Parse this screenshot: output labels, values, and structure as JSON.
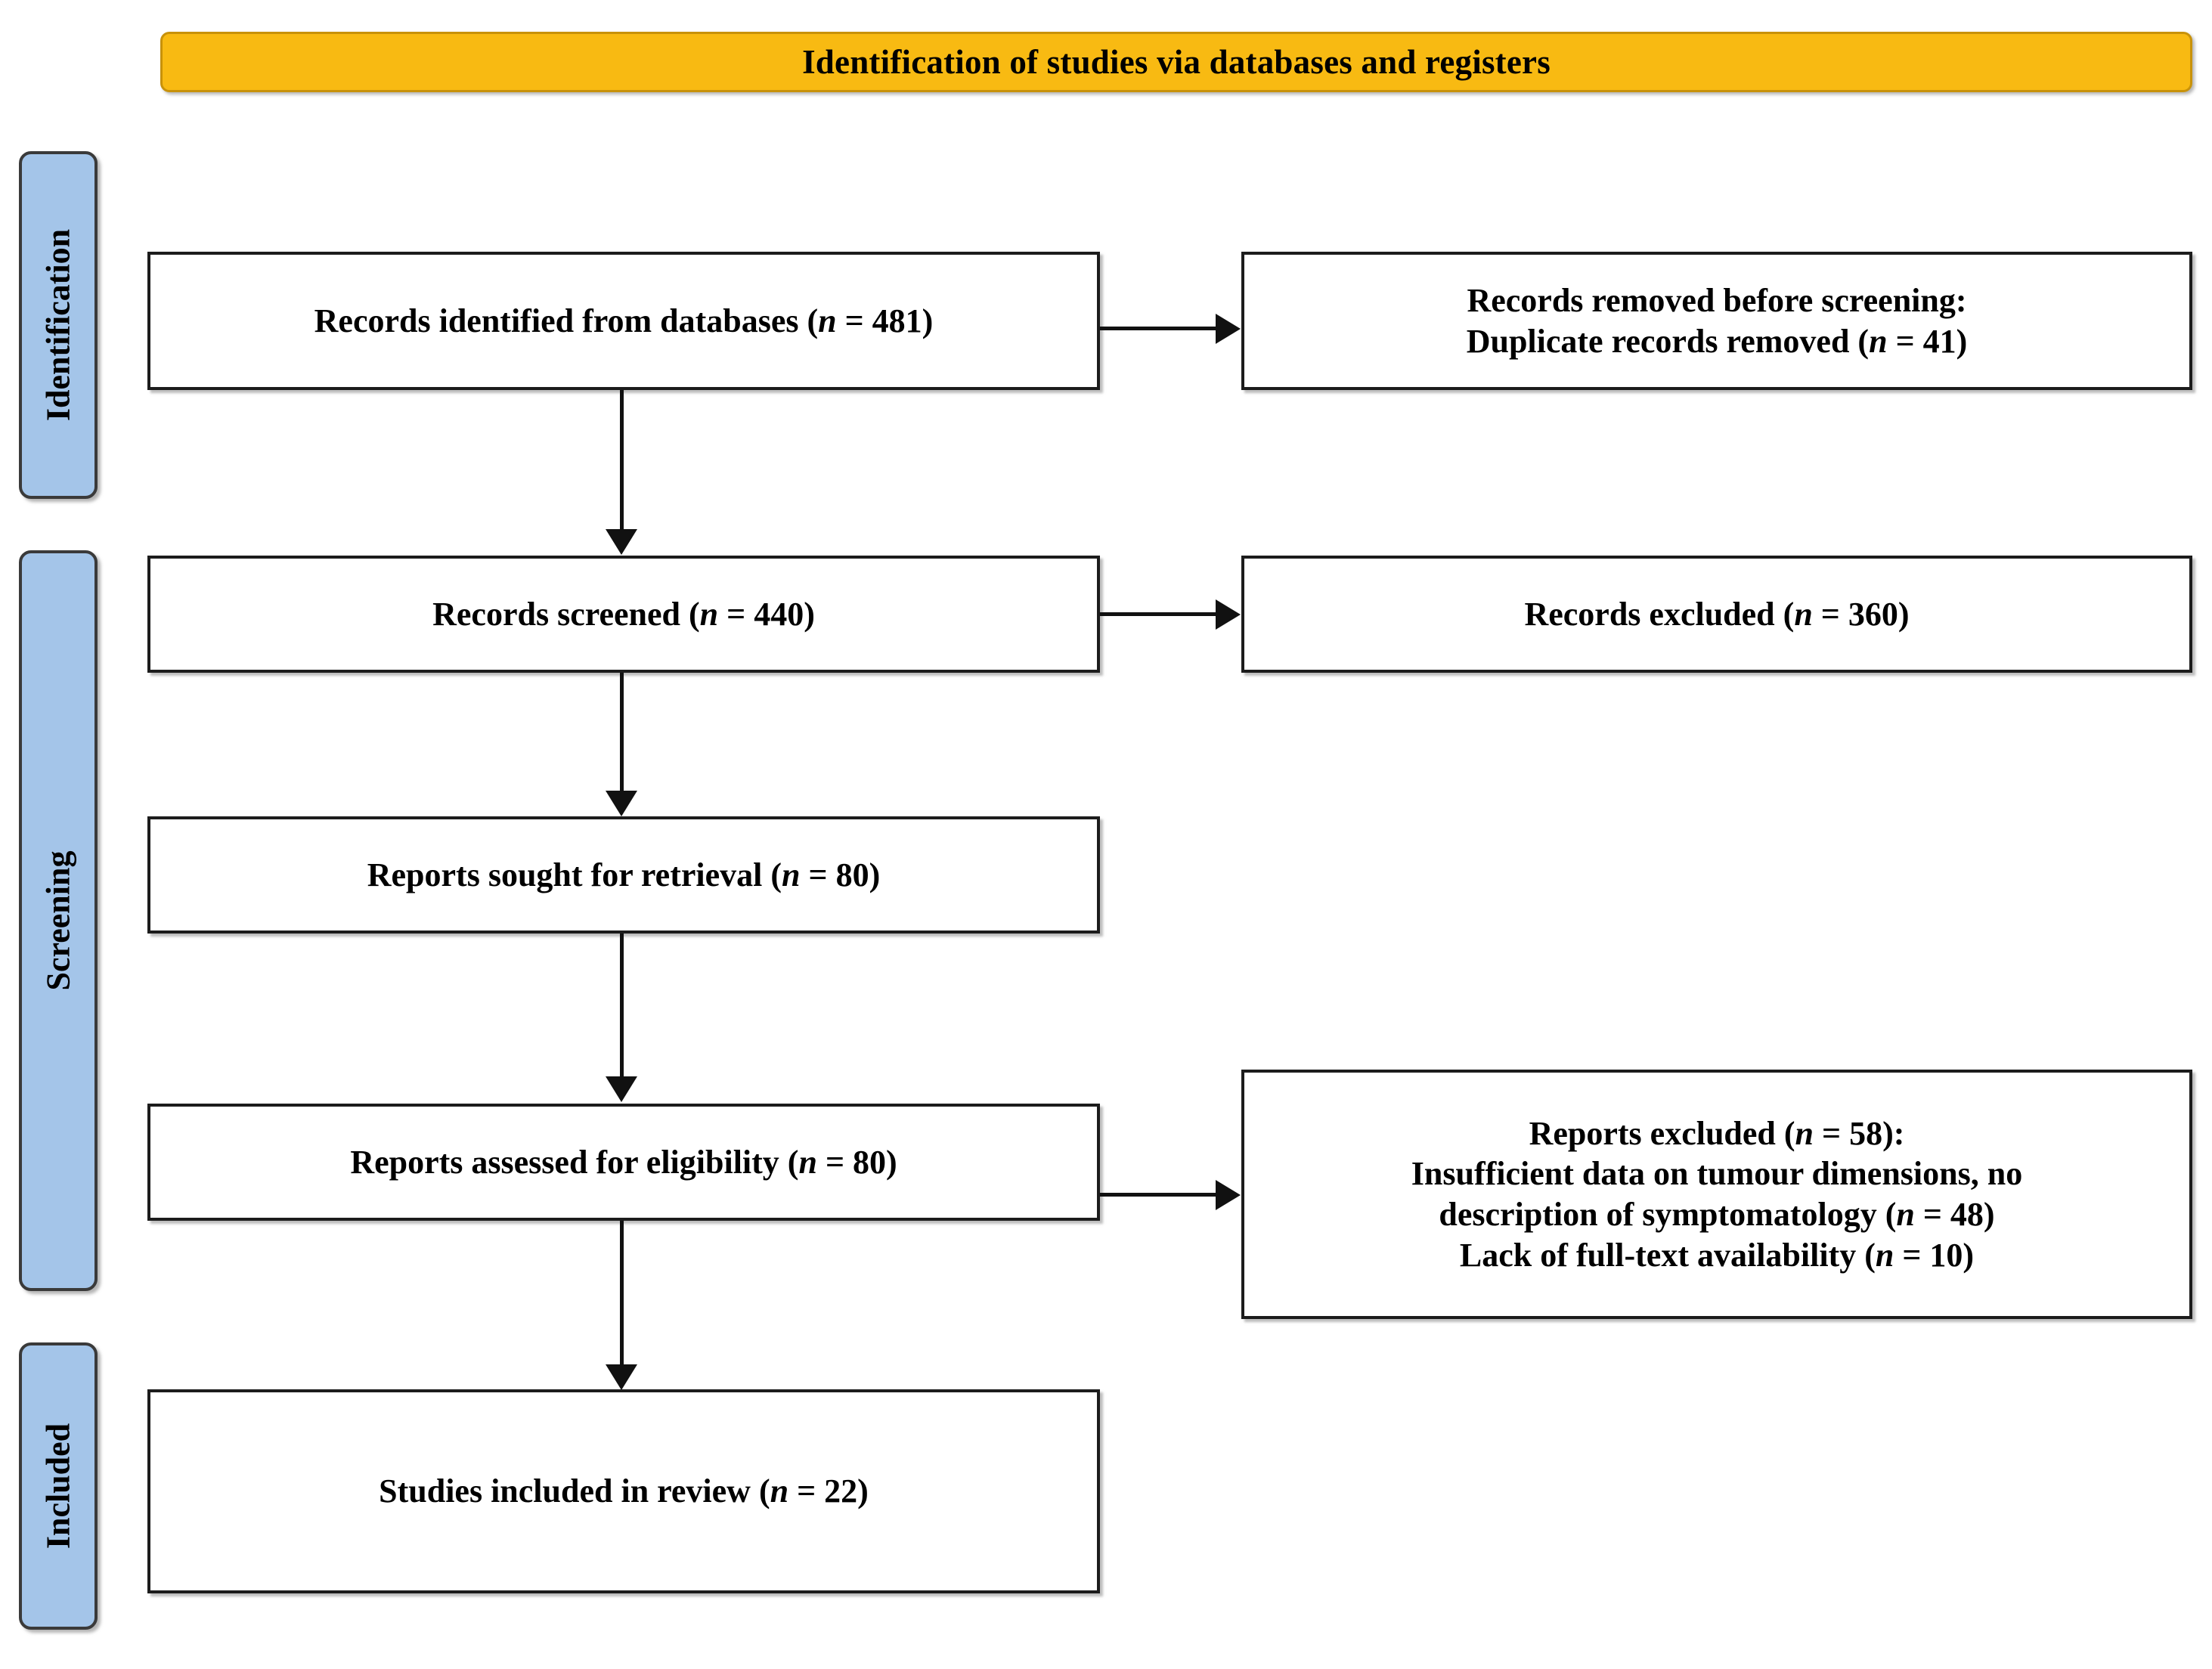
{
  "diagram": {
    "type": "prisma-flow-diagram",
    "banner": {
      "title": "Identification of studies via databases and registers",
      "bg_color": "#f8ba12",
      "border_color": "#c8920a",
      "text_color": "#000000"
    },
    "stage_tabs": [
      {
        "label": "Identification",
        "bg_color": "#a4c5e9",
        "border_color": "#3a3a3a"
      },
      {
        "label": "Screening",
        "bg_color": "#a4c5e9",
        "border_color": "#3a3a3a"
      },
      {
        "label": "Included",
        "bg_color": "#a4c5e9",
        "border_color": "#3a3a3a"
      }
    ],
    "boxes": {
      "identified": {
        "lines": [
          {
            "prefix": "Records identified from databases (",
            "symbol": "n",
            "suffix": " = 481)"
          }
        ]
      },
      "removed": {
        "lines": [
          {
            "prefix": "Records removed before screening:",
            "symbol": "",
            "suffix": ""
          },
          {
            "prefix": "Duplicate records removed (",
            "symbol": "n",
            "suffix": " = 41)"
          }
        ]
      },
      "screened": {
        "lines": [
          {
            "prefix": "Records screened (",
            "symbol": "n",
            "suffix": " = 440)"
          }
        ]
      },
      "records_excluded": {
        "lines": [
          {
            "prefix": "Records excluded (",
            "symbol": "n",
            "suffix": " = 360)"
          }
        ]
      },
      "sought": {
        "lines": [
          {
            "prefix": "Reports sought for retrieval (",
            "symbol": "n",
            "suffix": " = 80)"
          }
        ]
      },
      "assessed": {
        "lines": [
          {
            "prefix": "Reports assessed for eligibility (",
            "symbol": "n",
            "suffix": " = 80)"
          }
        ]
      },
      "reports_excluded": {
        "lines": [
          {
            "prefix": "Reports excluded (",
            "symbol": "n",
            "suffix": " = 58):"
          },
          {
            "prefix": "Insufficient data on tumour dimensions, no",
            "symbol": "",
            "suffix": ""
          },
          {
            "prefix": "description of symptomatology (",
            "symbol": "n",
            "suffix": " = 48)"
          },
          {
            "prefix": "Lack of full-text availability (",
            "symbol": "n",
            "suffix": " = 10)"
          }
        ]
      },
      "included": {
        "lines": [
          {
            "prefix": "Studies included in review (",
            "symbol": "n",
            "suffix": " = 22)"
          }
        ]
      }
    },
    "counts": {
      "records_identified_from_databases": 481,
      "duplicate_records_removed": 41,
      "records_screened": 440,
      "records_excluded": 360,
      "reports_sought_for_retrieval": 80,
      "reports_assessed_for_eligibility": 80,
      "reports_excluded_total": 58,
      "reports_excluded_insufficient_data": 48,
      "reports_excluded_no_full_text": 10,
      "studies_included_in_review": 22
    }
  }
}
